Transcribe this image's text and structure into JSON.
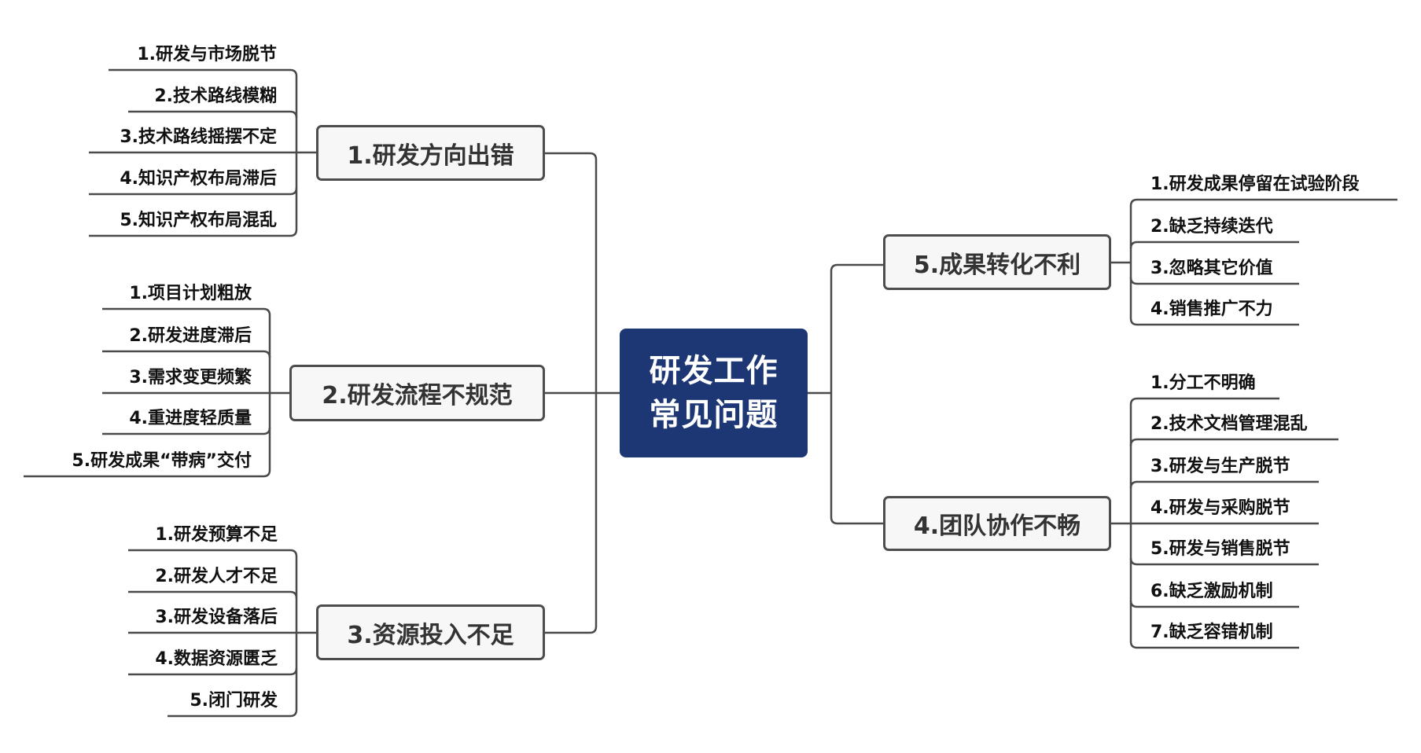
{
  "root": {
    "line1": "研发工作",
    "line2": "常见问题",
    "color": "#1d3674"
  },
  "branches": [
    {
      "label": "1.研发方向出错",
      "items": [
        "1.研发与市场脱节",
        "2.技术路线模糊",
        "3.技术路线摇摆不定",
        "4.知识产权布局滞后",
        "5.知识产权布局混乱"
      ]
    },
    {
      "label": "2.研发流程不规范",
      "items": [
        "1.项目计划粗放",
        "2.研发进度滞后",
        "3.需求变更频繁",
        "4.重进度轻质量",
        "5.研发成果“带病”交付"
      ]
    },
    {
      "label": "3.资源投入不足",
      "items": [
        "1.研发预算不足",
        "2.研发人才不足",
        "3.研发设备落后",
        "4.数据资源匮乏",
        "5.闭门研发"
      ]
    },
    {
      "label": "4.团队协作不畅",
      "items": [
        "1.分工不明确",
        "2.技术文档管理混乱",
        "3.研发与生产脱节",
        "4.研发与采购脱节",
        "5.研发与销售脱节",
        "6.缺乏激励机制",
        "7.缺乏容错机制"
      ]
    },
    {
      "label": "5.成果转化不利",
      "items": [
        "1.研发成果停留在试验阶段",
        "2.缺乏持续迭代",
        "3.忽略其它价值",
        "4.销售推广不力"
      ]
    }
  ],
  "line_color": "#4a4a4a"
}
